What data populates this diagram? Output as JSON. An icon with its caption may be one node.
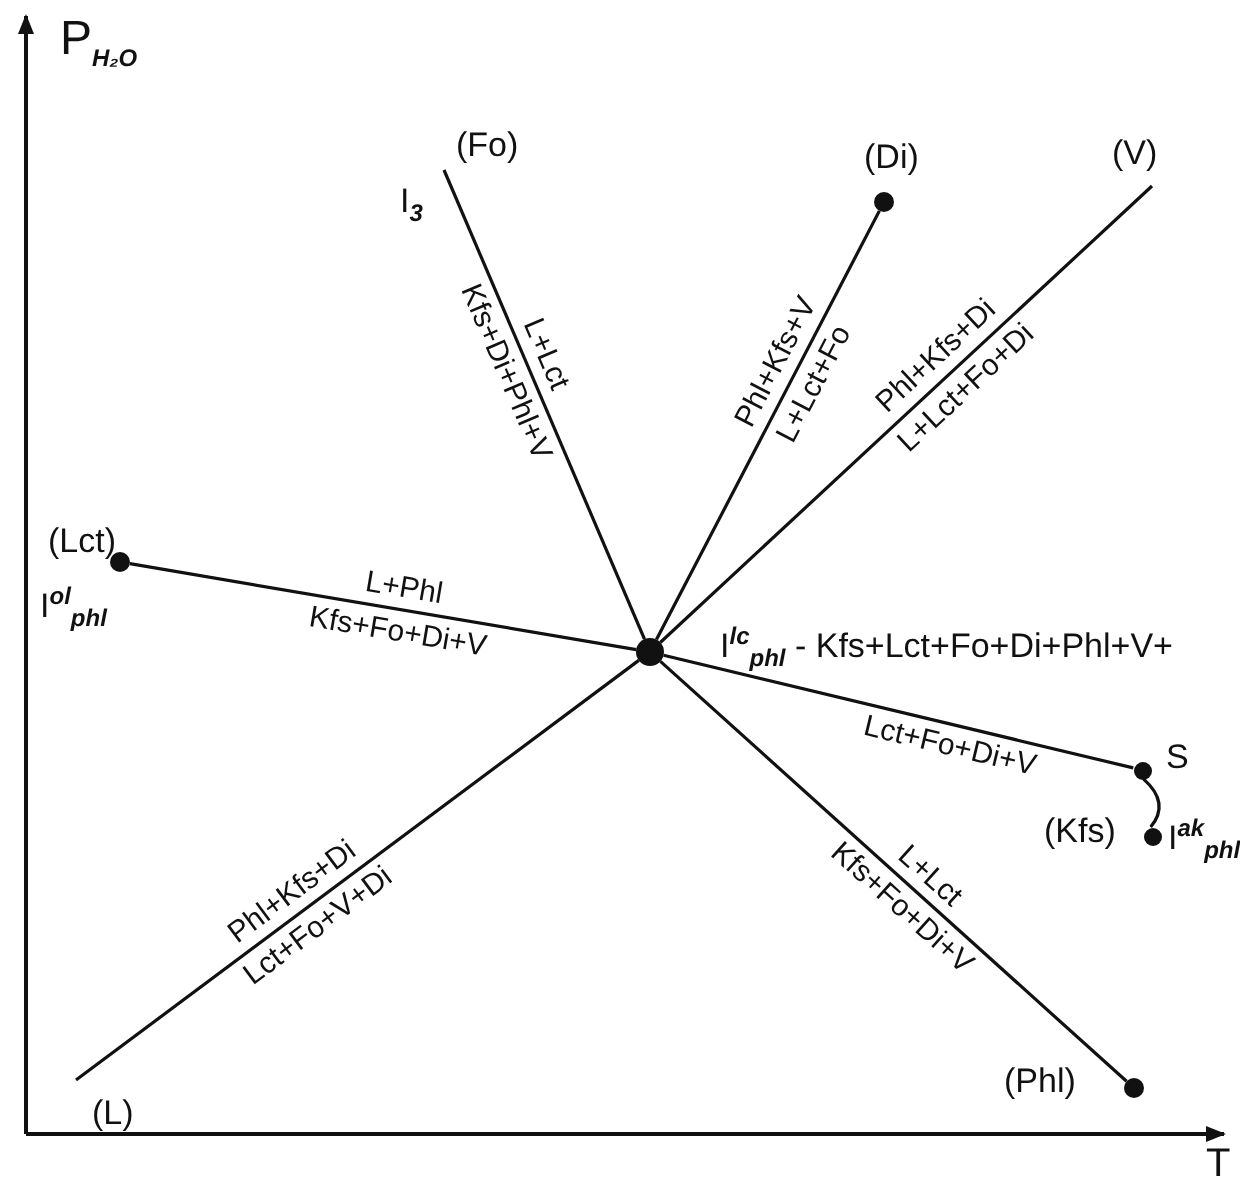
{
  "diagram": {
    "nodes": [
      {
        "text": [],
        "shape": "circle",
        "beside": [
          "I$^{lc}$$_{phl}$ - Kfs+Lct+Fo+Di+Phl+V+"
        ]
      },
      {
        "text": [
          "(Fo)"
        ],
        "beside": [
          "I$_{3}$"
        ]
      },
      {
        "text": [],
        "shape": "circle",
        "beside": [
          "(Lct)",
          "I$^{ol}$$_{phl}$"
        ]
      },
      {
        "text": [],
        "shape": "circle",
        "beside": [
          "(Di)"
        ]
      },
      {
        "text": [
          "(V)"
        ]
      },
      {
        "text": [],
        "shape": "circle",
        "beside": [
          "S"
        ]
      },
      {
        "text": [],
        "shape": "circle",
        "beside": [
          "(Kfs)",
          "I$^{ak}$$_{phl}$"
        ]
      },
      {
        "text": [],
        "shape": "circle",
        "beside": [
          "(Phl)"
        ]
      },
      {
        "text": [
          "(L)"
        ]
      }
    ],
    "edges": [
      {
        "from": 0,
        "to": 1,
        "arrow": "none",
        "label": "L+Lct"
      },
      {
        "from": 0,
        "to": 2,
        "arrow": "none",
        "label": "L+Phl"
      },
      {
        "from": 0,
        "to": 3,
        "arrow": "none",
        "label": "Phl+Kfs+V"
      },
      {
        "from": 0,
        "to": 4,
        "arrow": "none",
        "label": "Phl+Kfs+Di"
      },
      {
        "from": 0,
        "to": 8,
        "arrow": "none",
        "label": "Phl+Kfs+Di"
      },
      {
        "from": 0,
        "to": 5,
        "arrow": "none",
        "label": "Lct+Fo+Di+V"
      },
      {
        "from": 5,
        "to": 6,
        "arrow": "none"
      },
      {
        "from": 0,
        "to": 7,
        "arrow": "none",
        "label": "L+Lct"
      }
    ],
    "labels": [
      "P$_{H₂O}$",
      "T",
      "Kfs+Di+Phl+V",
      "Kfs+Fo+Di+V",
      "L+Lct+Fo",
      "L+Lct+Fo+Di",
      "Lct+Fo+V+Di",
      "Kfs+Fo+Di+V"
    ]
  }
}
